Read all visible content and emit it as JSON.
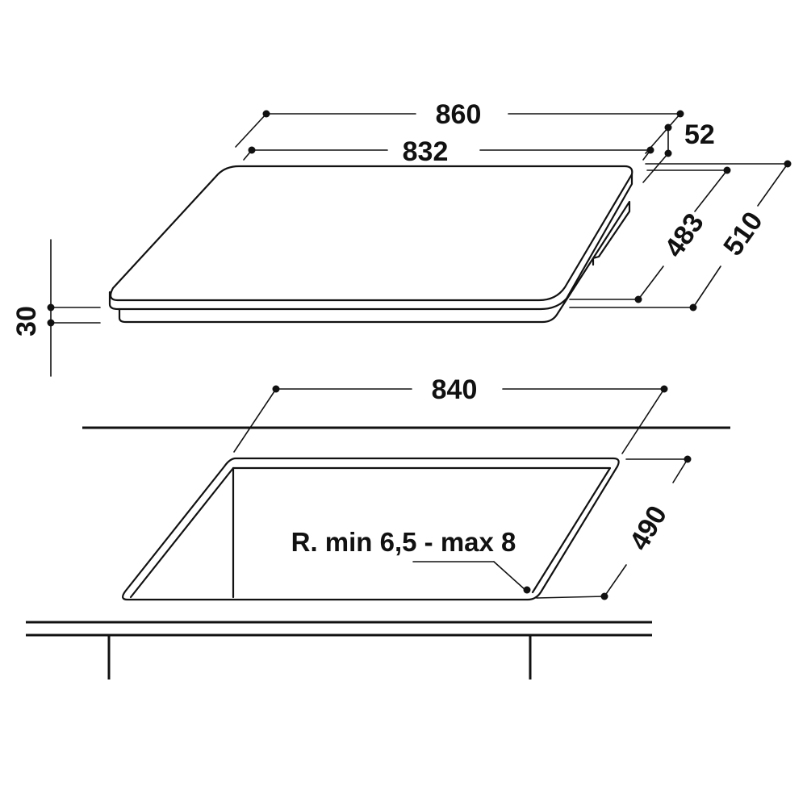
{
  "hob": {
    "dims": {
      "outer_width": "860",
      "inner_width": "832",
      "depth_offset": "52",
      "inner_depth": "483",
      "outer_depth": "510",
      "height": "30"
    }
  },
  "cutout": {
    "dims": {
      "width": "840",
      "depth": "490"
    },
    "radius_note": "R. min 6,5 - max 8"
  }
}
